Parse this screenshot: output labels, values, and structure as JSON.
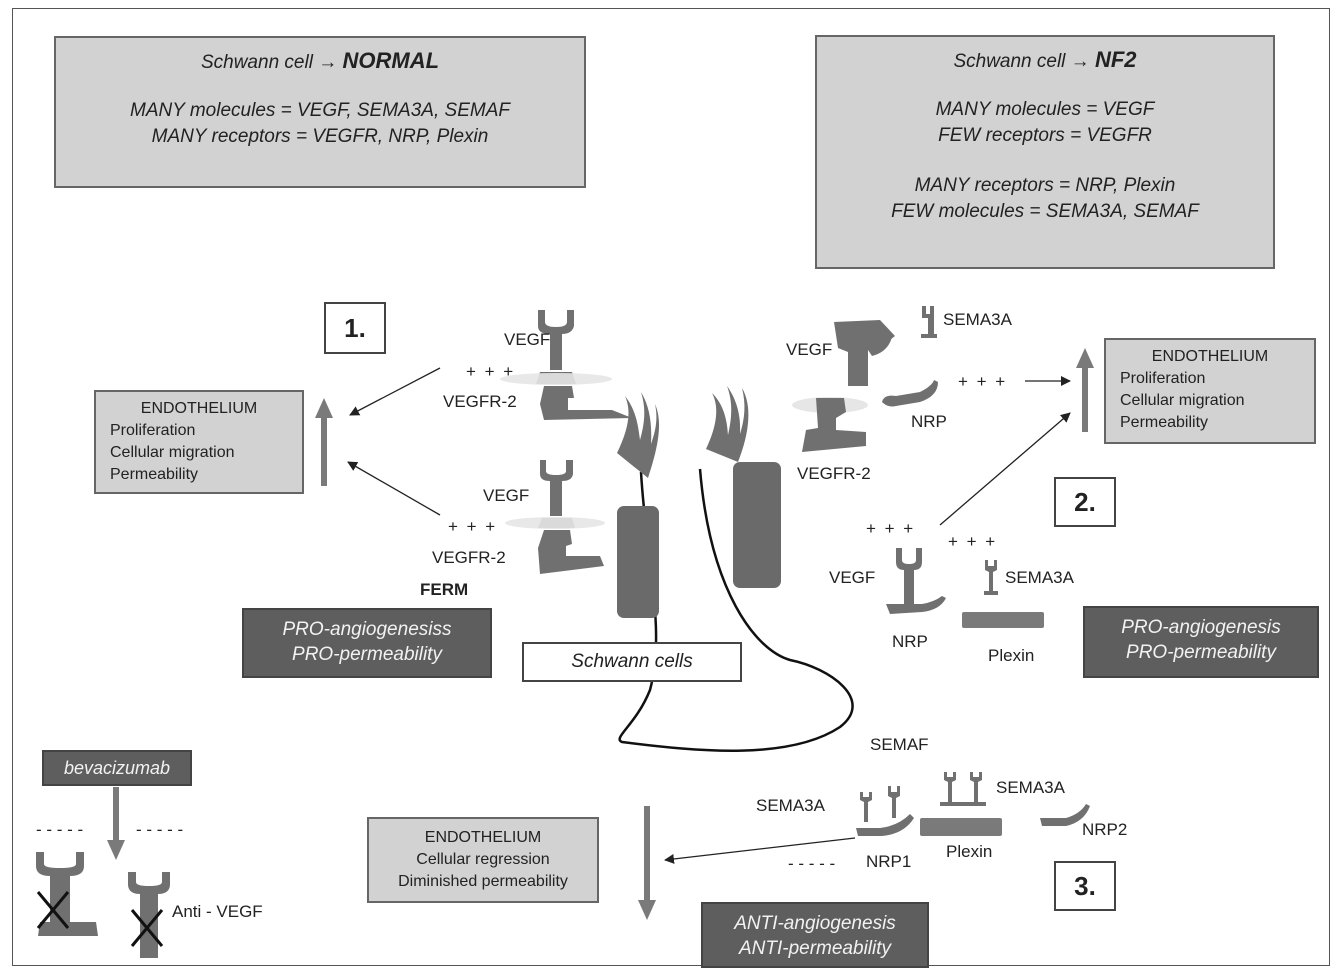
{
  "normal_box": {
    "title_prefix": "Schwann cell → ",
    "title_bold": "NORMAL",
    "lines": [
      "MANY molecules = VEGF, SEMA3A, SEMAF",
      "MANY receptors = VEGFR, NRP, Plexin"
    ]
  },
  "nf2_box": {
    "title_prefix": "Schwann cell → ",
    "title_bold": "NF2",
    "lines": [
      "MANY molecules = VEGF",
      "FEW receptors = VEGFR",
      "MANY  receptors = NRP, Plexin",
      "FEW molecules = SEMA3A, SEMAF"
    ]
  },
  "numbers": {
    "n1": "1.",
    "n2": "2.",
    "n3": "3."
  },
  "endothelium_left": {
    "title": "ENDOTHELIUM",
    "items": [
      "Proliferation",
      "Cellular migration",
      "Permeability"
    ]
  },
  "endothelium_right": {
    "title": "ENDOTHELIUM",
    "items": [
      "Proliferation",
      "Cellular migration",
      "Permeability"
    ]
  },
  "endothelium_bottom": {
    "title": "ENDOTHELIUM",
    "items": [
      "Cellular regression",
      "Diminished permeability"
    ]
  },
  "effect_left": [
    "PRO-angiogenesiss",
    "PRO-permeability"
  ],
  "effect_right": [
    "PRO-angiogenesis",
    "PRO-permeability"
  ],
  "effect_bottom": [
    "ANTI-angiogenesis",
    "ANTI-permeability"
  ],
  "schwann_label": "Schwann cells",
  "drug_label": "bevacizumab",
  "labels": {
    "vegf": "VEGF",
    "vegfr2": "VEGFR-2",
    "ferm": "FERM",
    "sema3a": "SEMA3A",
    "semaf": "SEMAF",
    "nrp": "NRP",
    "nrp1": "NRP1",
    "nrp2": "NRP2",
    "plexin": "Plexin",
    "anti_vegf": "Anti - VEGF",
    "plus": "+ + +",
    "minus": "- - - - -"
  },
  "colors": {
    "box_fill": "#d2d2d2",
    "dark_fill": "#5e5e5e",
    "shape_fill": "#707070",
    "arrow_fill": "#7a7a7a"
  }
}
